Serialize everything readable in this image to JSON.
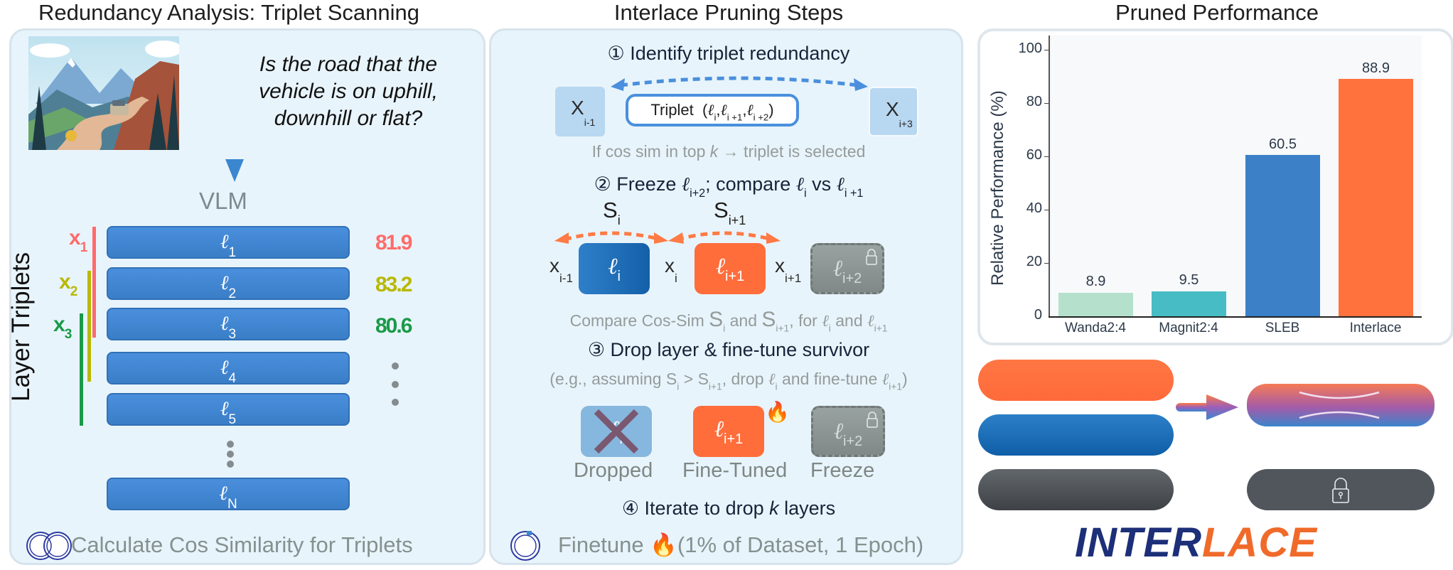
{
  "titles": {
    "left": "Redundancy Analysis: Triplet Scanning",
    "middle": "Interlace Pruning Steps",
    "right": "Pruned Performance"
  },
  "left_panel": {
    "question": "Is the road that the vehicle is on uphill, downhill or flat?",
    "model_label": "VLM",
    "axis_label": "Layer Triplets",
    "layers": [
      {
        "symbol": "ℓ",
        "sub": "1"
      },
      {
        "symbol": "ℓ",
        "sub": "2"
      },
      {
        "symbol": "ℓ",
        "sub": "3"
      },
      {
        "symbol": "ℓ",
        "sub": "4"
      },
      {
        "symbol": "ℓ",
        "sub": "5"
      },
      {
        "symbol": "ℓ",
        "sub": "N"
      }
    ],
    "triplets": [
      {
        "label": "x",
        "sub": "1",
        "score": "81.9",
        "color": "#ff6b6b"
      },
      {
        "label": "x",
        "sub": "2",
        "score": "83.2",
        "color": "#b9b800"
      },
      {
        "label": "x",
        "sub": "3",
        "score": "80.6",
        "color": "#1a9a48"
      }
    ],
    "footer": "Calculate Cos Similarity for Triplets"
  },
  "middle_panel": {
    "step1": "① Identify triplet redundancy",
    "x_left": {
      "label": "X",
      "sub": "i-1"
    },
    "x_right": {
      "label": "X",
      "sub": "i+3"
    },
    "triplet_prefix": "Triplet",
    "triplet_formula": "(ℓ",
    "triplet_subs": [
      "i",
      "i +1",
      "i +2"
    ],
    "step1_hint_a": "If cos sim in top ",
    "step1_hint_k": "k",
    "step1_hint_b": " → triplet is selected",
    "step2_a": "② Freeze ",
    "step2_b": "; compare ",
    "step2_c": " vs ",
    "sim_labels": [
      {
        "label": "S",
        "sub": "i"
      },
      {
        "label": "S",
        "sub": "i+1"
      }
    ],
    "inputs": [
      {
        "label": "x",
        "sub": "i-1"
      },
      {
        "label": "x",
        "sub": "i"
      },
      {
        "label": "x",
        "sub": "i+1"
      }
    ],
    "blocks": [
      {
        "sub": "i"
      },
      {
        "sub": "i+1"
      },
      {
        "sub": "i+2"
      }
    ],
    "step2_hint_a": "Compare Cos-Sim ",
    "step2_hint_b": " and ",
    "step2_hint_c": ", for ",
    "step2_hint_d": " and ",
    "step3": "③ Drop layer & fine-tune survivor",
    "step3_hint_a": "(e.g., assuming ",
    "step3_hint_b": " > ",
    "step3_hint_c": ", drop ",
    "step3_hint_d": " and fine-tune ",
    "step3_hint_e": ")",
    "legend": [
      "Dropped",
      "Fine-Tuned",
      "Freeze"
    ],
    "step4_a": "④ Iterate to drop ",
    "step4_k": "k",
    "step4_b": " layers",
    "footer_a": "Finetune ",
    "footer_b": "(1% of Dataset, 1 Epoch)"
  },
  "chart_data": {
    "type": "bar",
    "title": "Pruned Performance",
    "categories": [
      "Wanda2:4",
      "Magnit2:4",
      "SLEB",
      "Interlace"
    ],
    "values": [
      8.9,
      9.5,
      60.5,
      88.9
    ],
    "value_labels": [
      "8.9",
      "9.5",
      "60.5",
      "88.9"
    ],
    "colors": [
      "#b5e1cc",
      "#47bcc5",
      "#3c80c8",
      "#ff723e"
    ],
    "xlabel": "",
    "ylabel": "Relative Performance (%)",
    "ylim": [
      0,
      105
    ],
    "yticks": [
      "0",
      "20",
      "40",
      "60",
      "80",
      "100"
    ],
    "grid": false,
    "legend": "none"
  },
  "logo": {
    "part1": "INTER",
    "part2": "LACE"
  },
  "colors": {
    "accent_blue": "#3a87cf",
    "accent_orange": "#ff6d3b",
    "panel_bg": "#e8f4fb",
    "gray_text": "#85918f"
  }
}
